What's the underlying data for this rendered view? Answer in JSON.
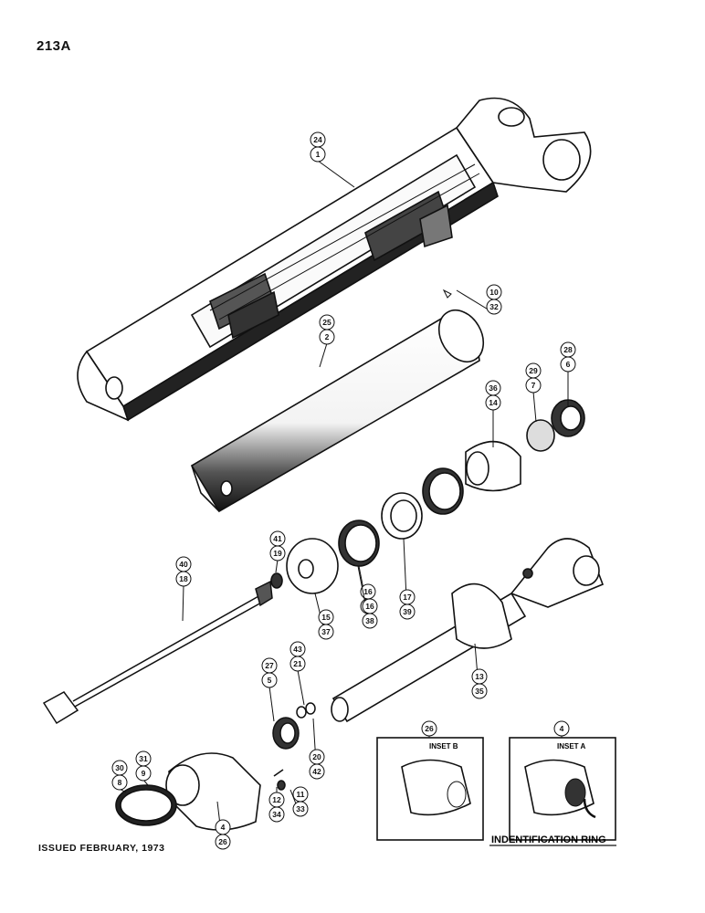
{
  "page_number": "213A",
  "issued": "ISSUED FEBRUARY, 1973",
  "inset_b": {
    "title": "INSET B",
    "callout": "26"
  },
  "inset_a": {
    "title": "INSET A",
    "callout": "4",
    "label": "INDENTIFICATION RING"
  },
  "callouts": [
    [
      "24",
      "1"
    ],
    [
      "25",
      "2"
    ],
    [
      "10",
      "32"
    ],
    [
      "28",
      "6"
    ],
    [
      "29",
      "7"
    ],
    [
      "36",
      "14"
    ],
    [
      "41",
      "19"
    ],
    [
      "40",
      "18"
    ],
    [
      "16",
      "38"
    ],
    [
      "17",
      "39"
    ],
    [
      "16",
      "38"
    ],
    [
      "15",
      "37"
    ],
    [
      "13",
      "35"
    ],
    [
      "27",
      "5"
    ],
    [
      "43",
      "21"
    ],
    [
      "20",
      "42"
    ],
    [
      "30",
      "8"
    ],
    [
      "31",
      "9"
    ],
    [
      "12",
      "34"
    ],
    [
      "11",
      "33"
    ],
    [
      "4",
      "26"
    ]
  ]
}
